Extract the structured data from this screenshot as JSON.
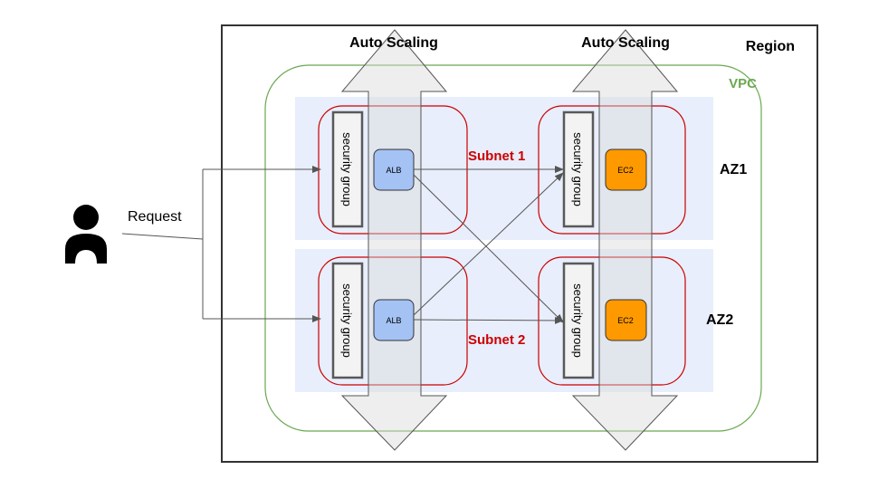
{
  "region": {
    "label": "Region"
  },
  "vpc": {
    "label": "VPC"
  },
  "azs": [
    {
      "label": "AZ1"
    },
    {
      "label": "AZ2"
    }
  ],
  "subnets": [
    {
      "label": "Subnet 1"
    },
    {
      "label": "Subnet 2"
    }
  ],
  "autoscaling": [
    {
      "label": "Auto Scaling"
    },
    {
      "label": "Auto Scaling"
    }
  ],
  "security_group_label": "security group",
  "alb_label": "ALB",
  "ec2_label": "EC2",
  "request_label": "Request",
  "colors": {
    "vpc": "#6aa84f",
    "subnet": "#cc0000",
    "subnet_label": "#cc0000",
    "az_band": "#e8eefb",
    "alb_fill": "#a4c2f4",
    "ec2_fill": "#ff9900",
    "arrow_fill": "#efefef"
  }
}
